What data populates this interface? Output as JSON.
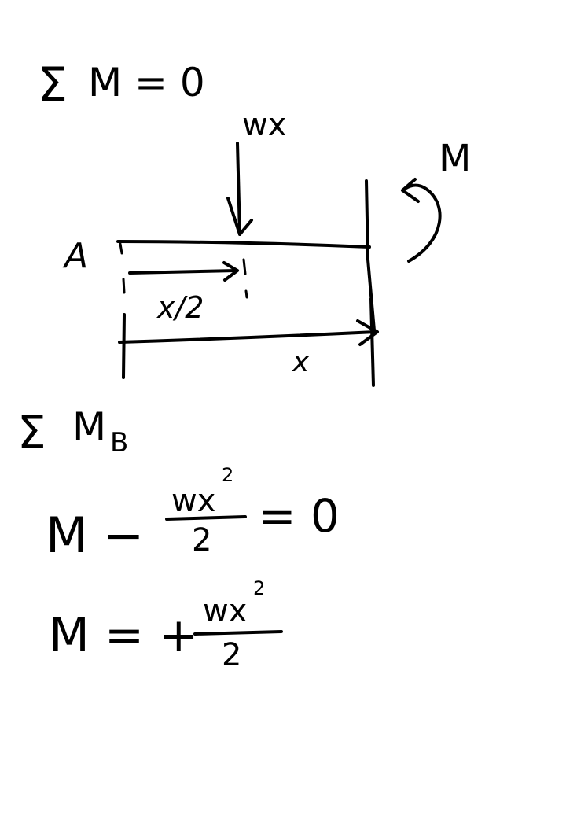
{
  "equations": {
    "sum_moments": {
      "sigma": "Σ",
      "expr": "M = 0"
    },
    "sum_about_b": {
      "sigma": "Σ",
      "m": "M",
      "sub": "B"
    },
    "balance": {
      "lhs": "M −",
      "num": "wx",
      "exp": "2",
      "den": "2",
      "rhs": "= 0"
    },
    "result": {
      "lhs": "M = +",
      "num": "wx",
      "exp": "2",
      "den": "2"
    }
  },
  "diagram": {
    "load_label": "wx",
    "moment_label": "M",
    "end_label": "A",
    "half_label": "x/2",
    "length_label": "x"
  }
}
